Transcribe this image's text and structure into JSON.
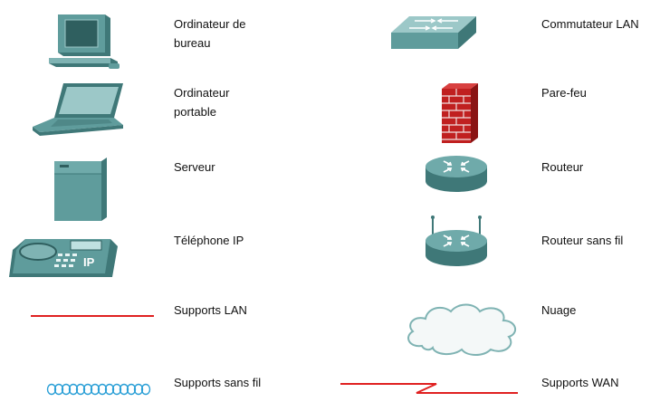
{
  "legend": {
    "items": [
      {
        "key": "desktop",
        "label": "Ordinateur de\nbureau",
        "icon": "desktop-computer-icon"
      },
      {
        "key": "laptop",
        "label": "Ordinateur\nportable",
        "icon": "laptop-computer-icon"
      },
      {
        "key": "server",
        "label": "Serveur",
        "icon": "server-icon"
      },
      {
        "key": "ip_phone",
        "label": "Téléphone IP",
        "icon": "ip-phone-icon",
        "icon_text": "IP"
      },
      {
        "key": "lan_media",
        "label": "Supports LAN",
        "icon": "lan-media-line-icon"
      },
      {
        "key": "wireless_media",
        "label": "Supports sans fil",
        "icon": "wireless-media-icon"
      },
      {
        "key": "lan_switch",
        "label": "Commutateur LAN",
        "icon": "lan-switch-icon"
      },
      {
        "key": "firewall",
        "label": "Pare-feu",
        "icon": "firewall-icon"
      },
      {
        "key": "router",
        "label": "Routeur",
        "icon": "router-icon"
      },
      {
        "key": "wireless_router",
        "label": "Routeur sans fil",
        "icon": "wireless-router-icon"
      },
      {
        "key": "cloud",
        "label": "Nuage",
        "icon": "cloud-icon"
      },
      {
        "key": "wan_media",
        "label": "Supports WAN",
        "icon": "wan-media-line-icon"
      }
    ]
  },
  "colors": {
    "device_teal": "#5f9c9c",
    "device_dark": "#3f7878",
    "device_light": "#9cc8c8",
    "lan_line": "#e02020",
    "wan_line": "#e02020",
    "wireless_ring": "#2a9fd6",
    "brick": "#c02020",
    "mortar": "#f0e0e0"
  }
}
